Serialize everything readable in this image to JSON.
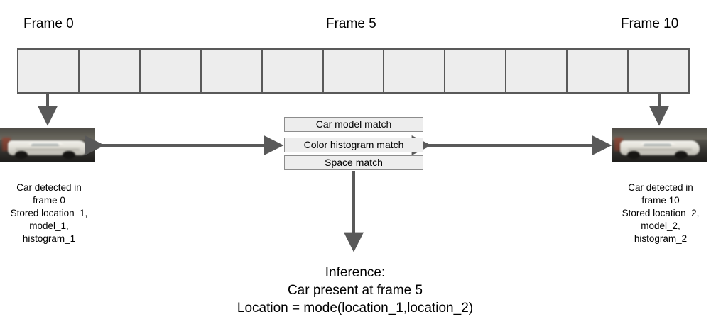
{
  "diagram": {
    "title_labels": {
      "frame_start": "Frame 0",
      "frame_middle": "Frame 5",
      "frame_end": "Frame 10"
    },
    "filmstrip": {
      "cell_count": 11,
      "cell_fill": "#ededed",
      "border_color": "#595959"
    },
    "thumbnails": [
      {
        "name": "car-frame-0",
        "alt": "white sedan car detected in frame 0"
      },
      {
        "name": "car-frame-10",
        "alt": "white sedan car detected in frame 10"
      }
    ],
    "match_boxes": [
      {
        "id": "car-model",
        "label": "Car model match"
      },
      {
        "id": "color-histogram",
        "label": "Color histogram match"
      },
      {
        "id": "space",
        "label": "Space match"
      }
    ],
    "captions": {
      "left": "Car detected in\nframe 0\nStored location_1,\nmodel_1,\nhistogram_1",
      "right": "Car detected in\nframe 10\nStored location_2,\nmodel_2,\nhistogram_2"
    },
    "inference": "Inference:\nCar present at frame 5\nLocation = mode(location_1,location_2)",
    "colors": {
      "arrow": "#595959",
      "box_fill": "#ededed",
      "box_border": "#8c8c8c",
      "text": "#000000",
      "background": "#ffffff"
    }
  }
}
